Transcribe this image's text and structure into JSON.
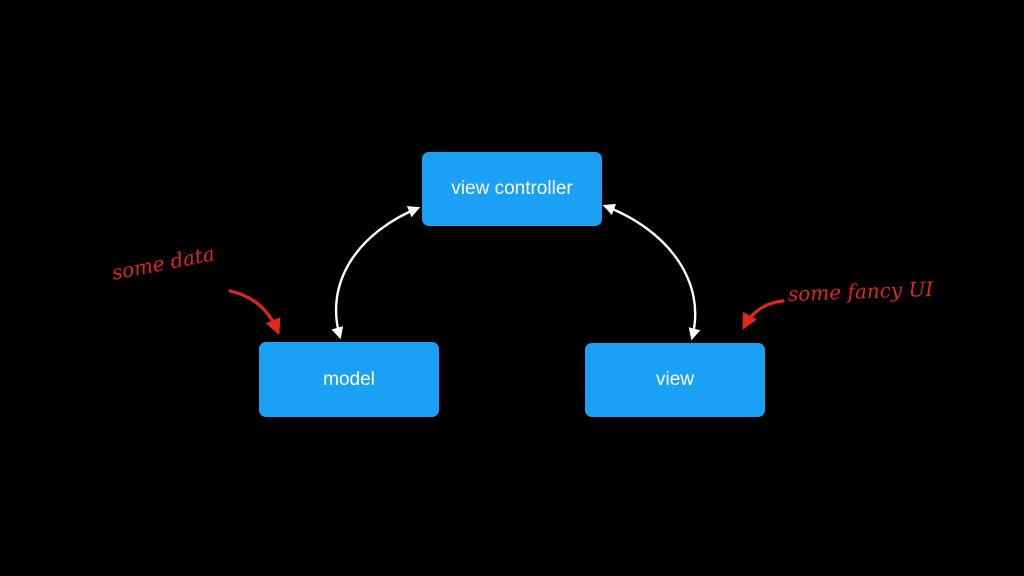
{
  "diagram": {
    "nodes": {
      "view_controller": "view controller",
      "model": "model",
      "view": "view"
    },
    "annotations": {
      "model_note": "some data",
      "view_note": "some fancy UI"
    },
    "edges": [
      {
        "from": "view controller",
        "to": "model",
        "style": "bidirectional"
      },
      {
        "from": "view controller",
        "to": "view",
        "style": "bidirectional"
      }
    ]
  },
  "colors": {
    "background": "#000000",
    "node_fill": "#1aa0f5",
    "node_text": "#ffffff",
    "connector": "#ffffff",
    "annotation": "#e0261d"
  }
}
